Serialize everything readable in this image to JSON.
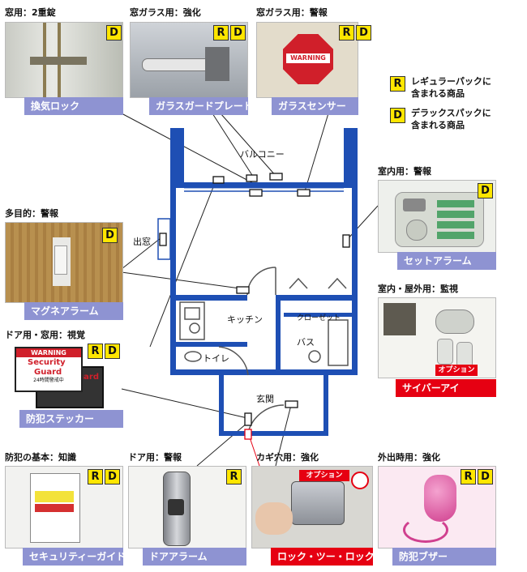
{
  "products": {
    "kanki_lock": {
      "caption": "窓用：2重錠",
      "label": "換気ロック"
    },
    "glass_guard": {
      "caption": "窓ガラス用：強化",
      "label": "ガラスガードプレート"
    },
    "glass_sensor": {
      "caption": "窓ガラス用：警報",
      "label": "ガラスセンサー",
      "sign_text": "WARNING"
    },
    "set_alarm": {
      "caption": "室内用：警報",
      "label": "セットアラーム"
    },
    "magnet_alarm": {
      "caption": "多目的：警報",
      "label": "マグネアラーム"
    },
    "cyber_eye": {
      "caption": "室内・屋外用：監視",
      "label": "サイバーアイ",
      "option": "オプション"
    },
    "sticker": {
      "caption": "ドア用・窓用：視覚",
      "label": "防犯ステッカー",
      "warning": "WARNING",
      "brand_top": "Security",
      "brand_bottom": "Guard",
      "line": "24時間警戒中"
    },
    "security_guide": {
      "caption": "防犯の基本：知識",
      "label": "セキュリティーガイド"
    },
    "door_alarm": {
      "caption": "ドア用：警報",
      "label": "ドアアラーム"
    },
    "lock_two_lock": {
      "caption": "カギ穴用：強化",
      "label": "ロック・ツー・ロック",
      "option": "オプション"
    },
    "buzzer": {
      "caption": "外出時用：強化",
      "label": "防犯ブザー"
    }
  },
  "badges": {
    "r": "R",
    "d": "D"
  },
  "legend": {
    "regular": {
      "line1": "レギュラーパックに",
      "line2": "含まれる商品"
    },
    "deluxe": {
      "line1": "デラックスパックに",
      "line2": "含まれる商品"
    }
  },
  "rooms": {
    "balcony": "バルコニー",
    "demado": "出窓",
    "kitchen": "キッチン",
    "closet": "クローゼット",
    "bath": "バス",
    "toilet": "トイレ",
    "entrance": "玄関"
  },
  "colors": {
    "wall": "#1e4fb4",
    "label_blue": "#8e93d2",
    "label_red": "#e60012",
    "badge": "#ffe600"
  }
}
